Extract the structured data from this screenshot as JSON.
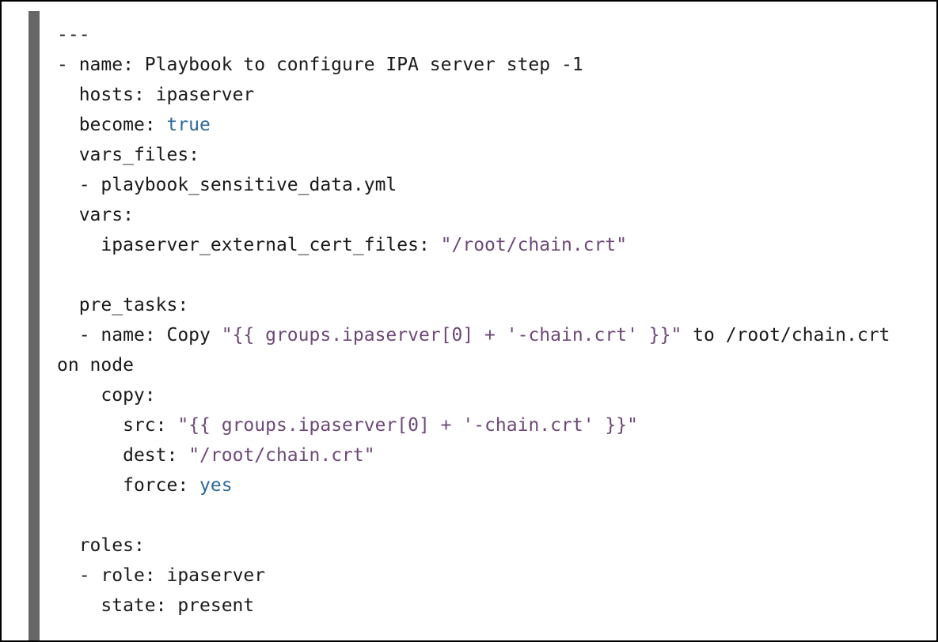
{
  "document": {
    "type": "code-listing",
    "language": "yaml",
    "colors": {
      "background": "#ffffff",
      "frame": "#000000",
      "sidebar": "#666666",
      "text": "#1a1a1a",
      "string": "#6e4878",
      "boolean": "#2d699b"
    },
    "code_lines": [
      {
        "segments": [
          {
            "text": "---",
            "type": "plain"
          }
        ]
      },
      {
        "segments": [
          {
            "text": "- name: Playbook to configure IPA server step -1",
            "type": "plain"
          }
        ]
      },
      {
        "segments": [
          {
            "text": "  hosts: ipaserver",
            "type": "plain"
          }
        ]
      },
      {
        "segments": [
          {
            "text": "  become: ",
            "type": "plain"
          },
          {
            "text": "true",
            "type": "boolean"
          }
        ]
      },
      {
        "segments": [
          {
            "text": "  vars_files:",
            "type": "plain"
          }
        ]
      },
      {
        "segments": [
          {
            "text": "  - playbook_sensitive_data.yml",
            "type": "plain"
          }
        ]
      },
      {
        "segments": [
          {
            "text": "  vars:",
            "type": "plain"
          }
        ]
      },
      {
        "segments": [
          {
            "text": "    ipaserver_external_cert_files: ",
            "type": "plain"
          },
          {
            "text": "\"/root/chain.crt\"",
            "type": "string"
          }
        ]
      },
      {
        "segments": []
      },
      {
        "segments": [
          {
            "text": "  pre_tasks:",
            "type": "plain"
          }
        ]
      },
      {
        "segments": [
          {
            "text": "  - name: Copy ",
            "type": "plain"
          },
          {
            "text": "\"{{ groups.ipaserver[0] + '-chain.crt' }}\"",
            "type": "string"
          },
          {
            "text": " to /root/chain.crt on node",
            "type": "plain"
          }
        ]
      },
      {
        "segments": [
          {
            "text": "    copy:",
            "type": "plain"
          }
        ]
      },
      {
        "segments": [
          {
            "text": "      src: ",
            "type": "plain"
          },
          {
            "text": "\"{{ groups.ipaserver[0] + '-chain.crt' }}\"",
            "type": "string"
          }
        ]
      },
      {
        "segments": [
          {
            "text": "      dest: ",
            "type": "plain"
          },
          {
            "text": "\"/root/chain.crt\"",
            "type": "string"
          }
        ]
      },
      {
        "segments": [
          {
            "text": "      force: ",
            "type": "plain"
          },
          {
            "text": "yes",
            "type": "boolean"
          }
        ]
      },
      {
        "segments": []
      },
      {
        "segments": [
          {
            "text": "  roles:",
            "type": "plain"
          }
        ]
      },
      {
        "segments": [
          {
            "text": "  - role: ipaserver",
            "type": "plain"
          }
        ]
      },
      {
        "segments": [
          {
            "text": "    state: present",
            "type": "plain"
          }
        ]
      }
    ]
  }
}
